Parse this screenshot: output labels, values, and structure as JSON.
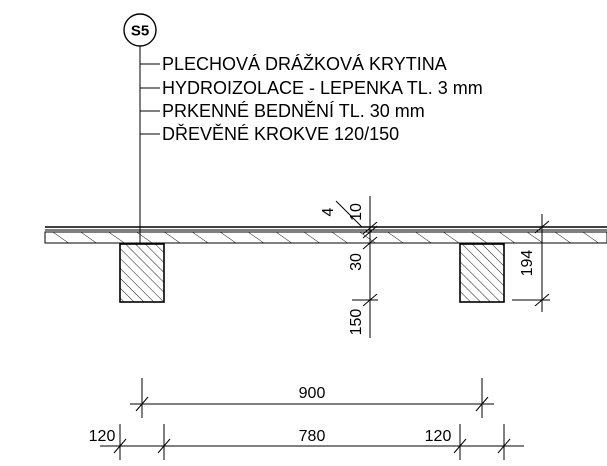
{
  "detail": {
    "tag": "S5",
    "layers": [
      "PLECHOVÁ DRÁŽKOVÁ KRYTINA",
      "HYDROIZOLACE - LEPENKA TL. 3 mm",
      "PRKENNÉ BEDNĚNÍ TL. 30 mm",
      "DŘEVĚNÉ KROKVE 120/150"
    ]
  },
  "dimensions": {
    "vertical_center": [
      "4",
      "10",
      "30",
      "150"
    ],
    "vertical_right": "194",
    "horizontal_total": "900",
    "horizontal_parts": [
      "120",
      "780",
      "120"
    ]
  }
}
